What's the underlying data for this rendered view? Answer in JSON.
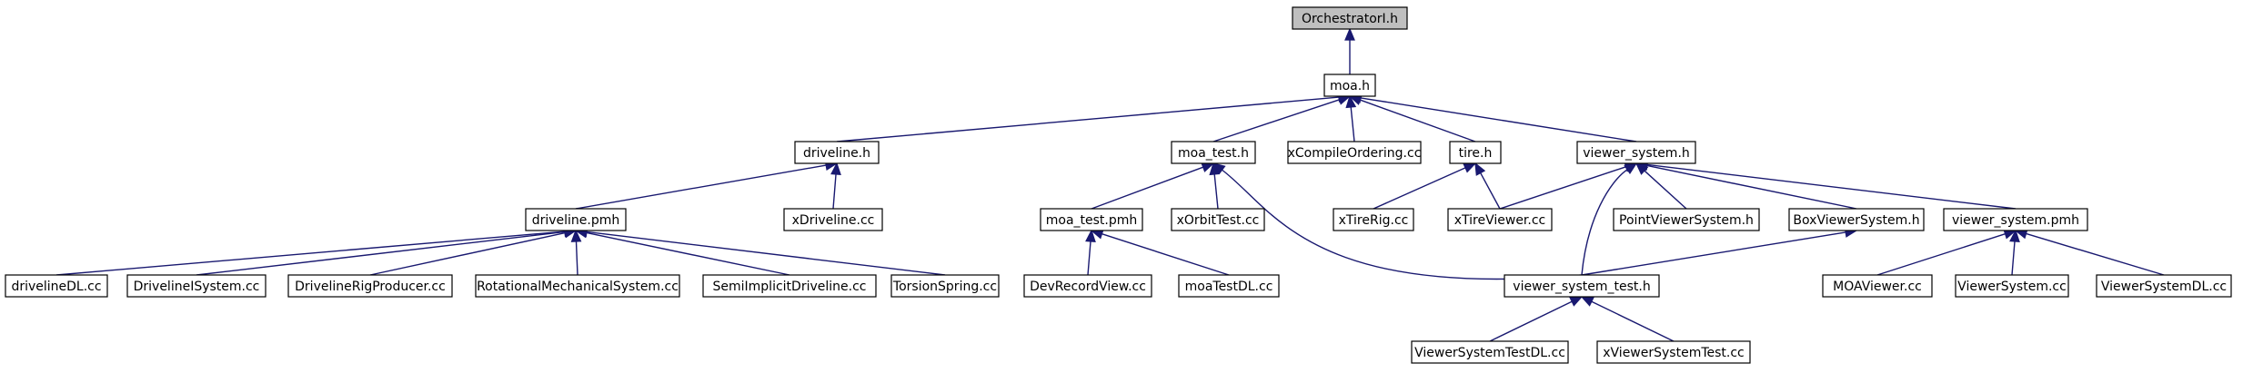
{
  "diagram": {
    "type": "include-dependency-graph",
    "colors": {
      "edge": "#191970",
      "root_fill": "#bfbfbf",
      "node_fill": "#ffffff",
      "node_border": "#000000"
    },
    "nodes": [
      {
        "id": "orch",
        "label": "OrchestratorI.h",
        "root": true
      },
      {
        "id": "moa",
        "label": "moa.h"
      },
      {
        "id": "driveline_h",
        "label": "driveline.h"
      },
      {
        "id": "moa_test_h",
        "label": "moa_test.h"
      },
      {
        "id": "xcompile",
        "label": "xCompileOrdering.cc"
      },
      {
        "id": "tire_h",
        "label": "tire.h"
      },
      {
        "id": "viewer_system_h",
        "label": "viewer_system.h"
      },
      {
        "id": "driveline_pmh",
        "label": "driveline.pmh"
      },
      {
        "id": "xdriveline",
        "label": "xDriveline.cc"
      },
      {
        "id": "moa_test_pmh",
        "label": "moa_test.pmh"
      },
      {
        "id": "xorbit",
        "label": "xOrbitTest.cc"
      },
      {
        "id": "xtirerig",
        "label": "xTireRig.cc"
      },
      {
        "id": "xtireviewer",
        "label": "xTireViewer.cc"
      },
      {
        "id": "pointviewer",
        "label": "PointViewerSystem.h"
      },
      {
        "id": "boxviewer",
        "label": "BoxViewerSystem.h"
      },
      {
        "id": "viewer_system_pmh",
        "label": "viewer_system.pmh"
      },
      {
        "id": "drivelinedl",
        "label": "drivelineDL.cc"
      },
      {
        "id": "drivelinesystem",
        "label": "DrivelineISystem.cc"
      },
      {
        "id": "drivelinerig",
        "label": "DrivelineRigProducer.cc"
      },
      {
        "id": "rotational",
        "label": "RotationalMechanicalSystem.cc"
      },
      {
        "id": "semiimplicit",
        "label": "SemiImplicitDriveline.cc"
      },
      {
        "id": "torsion",
        "label": "TorsionSpring.cc"
      },
      {
        "id": "devrecord",
        "label": "DevRecordView.cc"
      },
      {
        "id": "moatestdl",
        "label": "moaTestDL.cc"
      },
      {
        "id": "viewer_system_test_h",
        "label": "viewer_system_test.h"
      },
      {
        "id": "moaviewer",
        "label": "MOAViewer.cc"
      },
      {
        "id": "viewersystemcc",
        "label": "ViewerSystem.cc"
      },
      {
        "id": "viewersystemdl",
        "label": "ViewerSystemDL.cc"
      },
      {
        "id": "viewersystemtestdl",
        "label": "ViewerSystemTestDL.cc"
      },
      {
        "id": "xviewersystemtest",
        "label": "xViewerSystemTest.cc"
      }
    ],
    "edges": [
      {
        "from": "moa",
        "to": "orch"
      },
      {
        "from": "driveline_h",
        "to": "moa"
      },
      {
        "from": "moa_test_h",
        "to": "moa"
      },
      {
        "from": "xcompile",
        "to": "moa"
      },
      {
        "from": "tire_h",
        "to": "moa"
      },
      {
        "from": "viewer_system_h",
        "to": "moa"
      },
      {
        "from": "driveline_pmh",
        "to": "driveline_h"
      },
      {
        "from": "xdriveline",
        "to": "driveline_h"
      },
      {
        "from": "moa_test_pmh",
        "to": "moa_test_h"
      },
      {
        "from": "xorbit",
        "to": "moa_test_h"
      },
      {
        "from": "viewer_system_test_h",
        "to": "moa_test_h"
      },
      {
        "from": "xtirerig",
        "to": "tire_h"
      },
      {
        "from": "xtireviewer",
        "to": "tire_h"
      },
      {
        "from": "xtireviewer",
        "to": "viewer_system_h"
      },
      {
        "from": "viewer_system_test_h",
        "to": "viewer_system_h"
      },
      {
        "from": "pointviewer",
        "to": "viewer_system_h"
      },
      {
        "from": "boxviewer",
        "to": "viewer_system_h"
      },
      {
        "from": "viewer_system_pmh",
        "to": "viewer_system_h"
      },
      {
        "from": "drivelinedl",
        "to": "driveline_pmh"
      },
      {
        "from": "drivelinesystem",
        "to": "driveline_pmh"
      },
      {
        "from": "drivelinerig",
        "to": "driveline_pmh"
      },
      {
        "from": "rotational",
        "to": "driveline_pmh"
      },
      {
        "from": "semiimplicit",
        "to": "driveline_pmh"
      },
      {
        "from": "torsion",
        "to": "driveline_pmh"
      },
      {
        "from": "devrecord",
        "to": "moa_test_pmh"
      },
      {
        "from": "moatestdl",
        "to": "moa_test_pmh"
      },
      {
        "from": "viewer_system_test_h",
        "to": "boxviewer"
      },
      {
        "from": "moaviewer",
        "to": "viewer_system_pmh"
      },
      {
        "from": "viewersystemcc",
        "to": "viewer_system_pmh"
      },
      {
        "from": "viewersystemdl",
        "to": "viewer_system_pmh"
      },
      {
        "from": "viewersystemtestdl",
        "to": "viewer_system_test_h"
      },
      {
        "from": "xviewersystemtest",
        "to": "viewer_system_test_h"
      }
    ]
  }
}
